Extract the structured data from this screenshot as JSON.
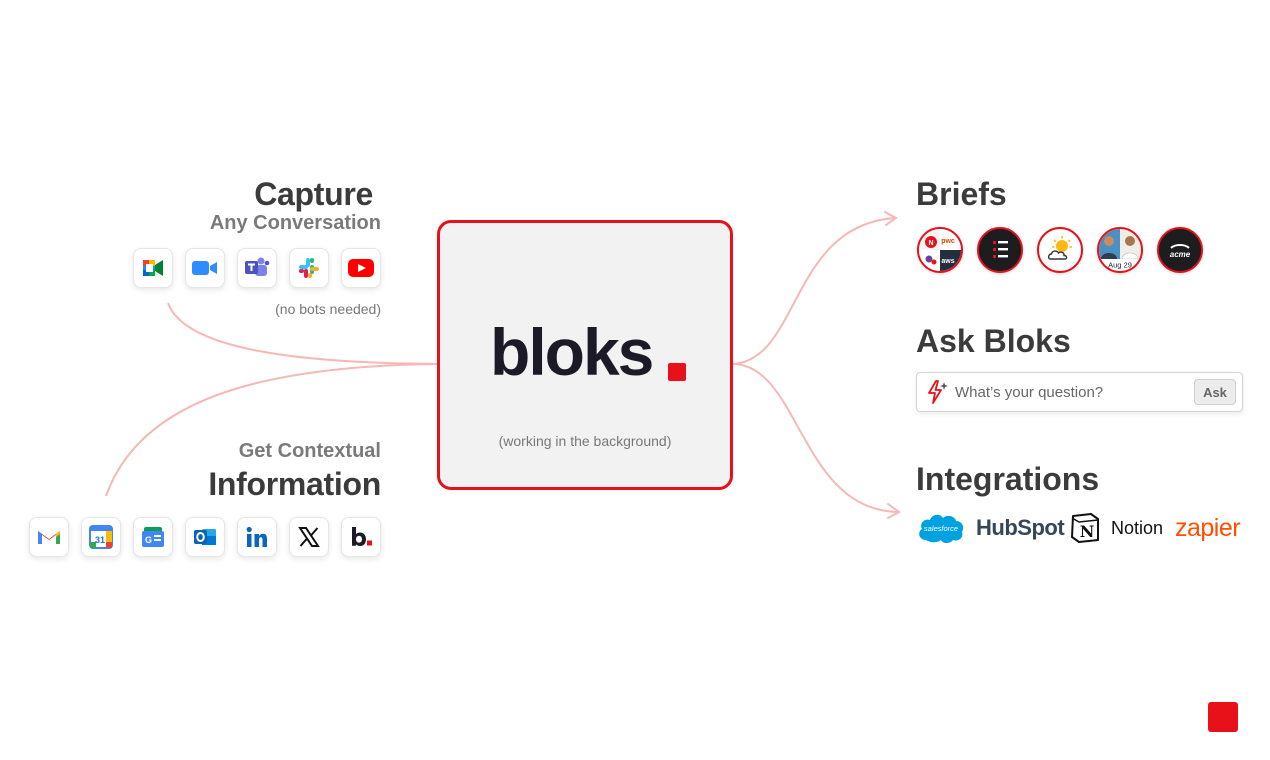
{
  "capture": {
    "title": "Capture",
    "subtitle": "Any Conversation",
    "note": "(no bots needed)",
    "sources": [
      "google-meet-icon",
      "zoom-icon",
      "microsoft-teams-icon",
      "slack-icon",
      "youtube-icon"
    ]
  },
  "context": {
    "subtitle": "Get Contextual",
    "title": "Information",
    "sources": [
      "gmail-icon",
      "google-calendar-icon",
      "google-news-icon",
      "outlook-icon",
      "linkedin-icon",
      "x-icon",
      "bloks-b-icon"
    ]
  },
  "center": {
    "logo": "bloks",
    "caption": "(working in the background)",
    "accent_color": "#e8111a"
  },
  "briefs": {
    "title": "Briefs",
    "thumbnails": [
      "company-collage-thumbnail",
      "list-thumbnail",
      "weather-thumbnail",
      "people-date-thumbnail",
      "acme-thumbnail"
    ],
    "date_label": "Aug 29",
    "collage_labels": [
      "N",
      "pwc",
      "aws"
    ],
    "acme_label": "acme"
  },
  "ask": {
    "title": "Ask Bloks",
    "placeholder": "What’s your question?",
    "button_label": "Ask"
  },
  "integrations": {
    "title": "Integrations",
    "items": [
      "salesforce",
      "HubSpot",
      "Notion",
      "zapier"
    ],
    "notion_glyph": "N"
  }
}
